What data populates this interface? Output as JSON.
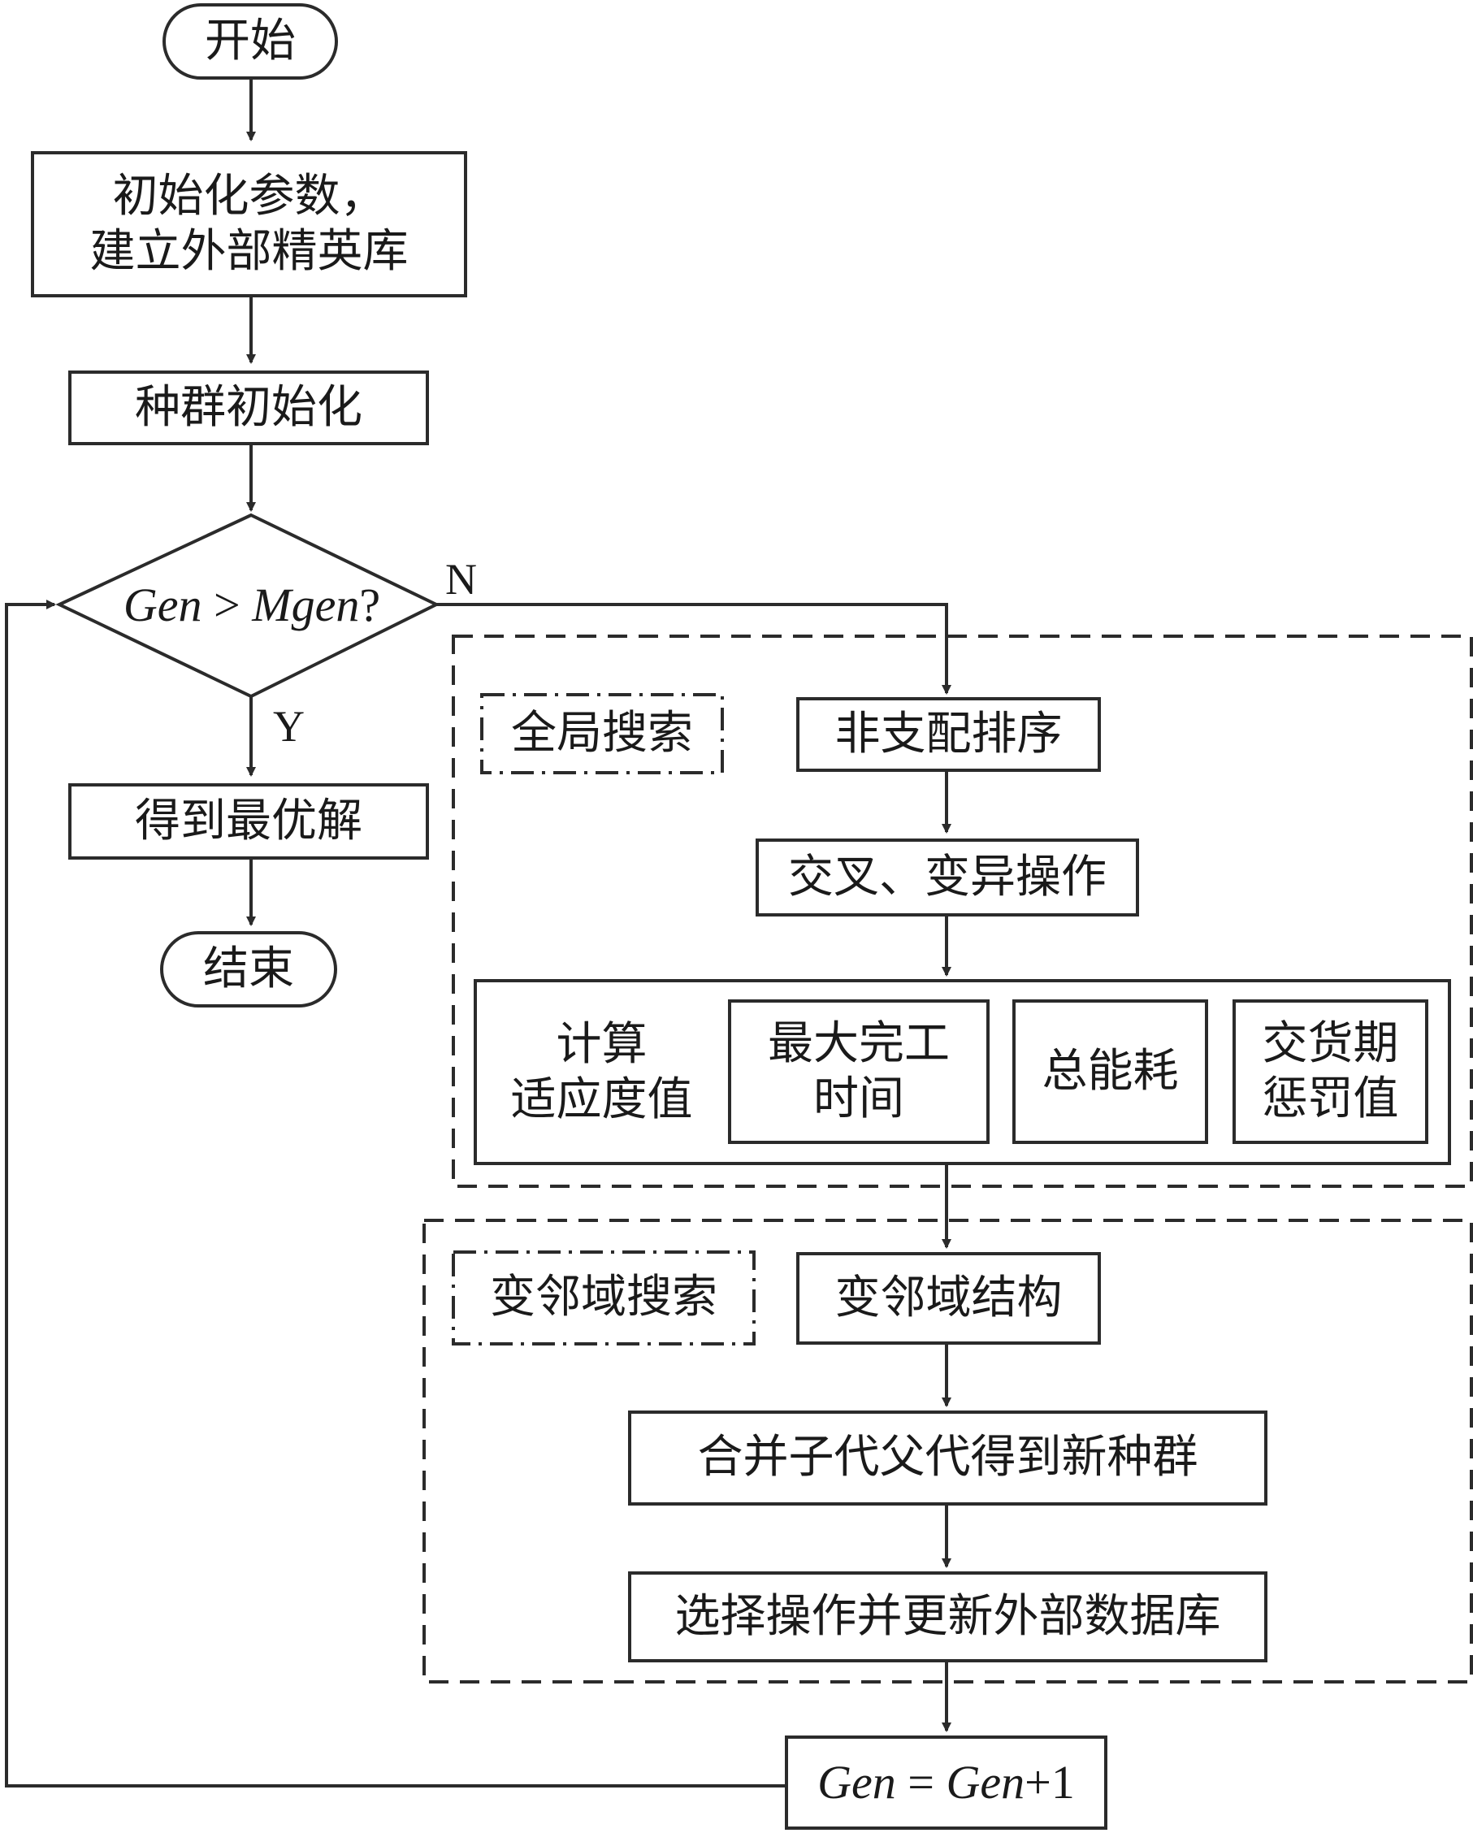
{
  "nodes": {
    "start": "开始",
    "init_params": "初始化参数，\n建立外部精英库",
    "init_pop": "种群初始化",
    "decision": {
      "lhs": "Gen",
      "op": " > ",
      "rhs": "Mgen",
      "q": "?"
    },
    "best": "得到最优解",
    "end": "结束",
    "global_search": "全局搜索",
    "nondom_sort": "非支配排序",
    "crossover": "交叉、变异操作",
    "fitness": "计算\n适应度值",
    "makespan": "最大完工\n时间",
    "energy": "总能耗",
    "penalty": "交货期\n惩罚值",
    "vns_label": "变邻域搜索",
    "vns_struct": "变邻域结构",
    "merge": "合并子代父代得到新种群",
    "select": "选择操作并更新外部数据库",
    "increment": {
      "lhs": "Gen",
      "op": " = ",
      "rhs": "Gen",
      "suffix": "+1"
    }
  },
  "labels": {
    "no": "N",
    "yes": "Y"
  },
  "colors": {
    "line": "#2b2b2b",
    "text": "#1a1a1a",
    "background": "#ffffff"
  }
}
